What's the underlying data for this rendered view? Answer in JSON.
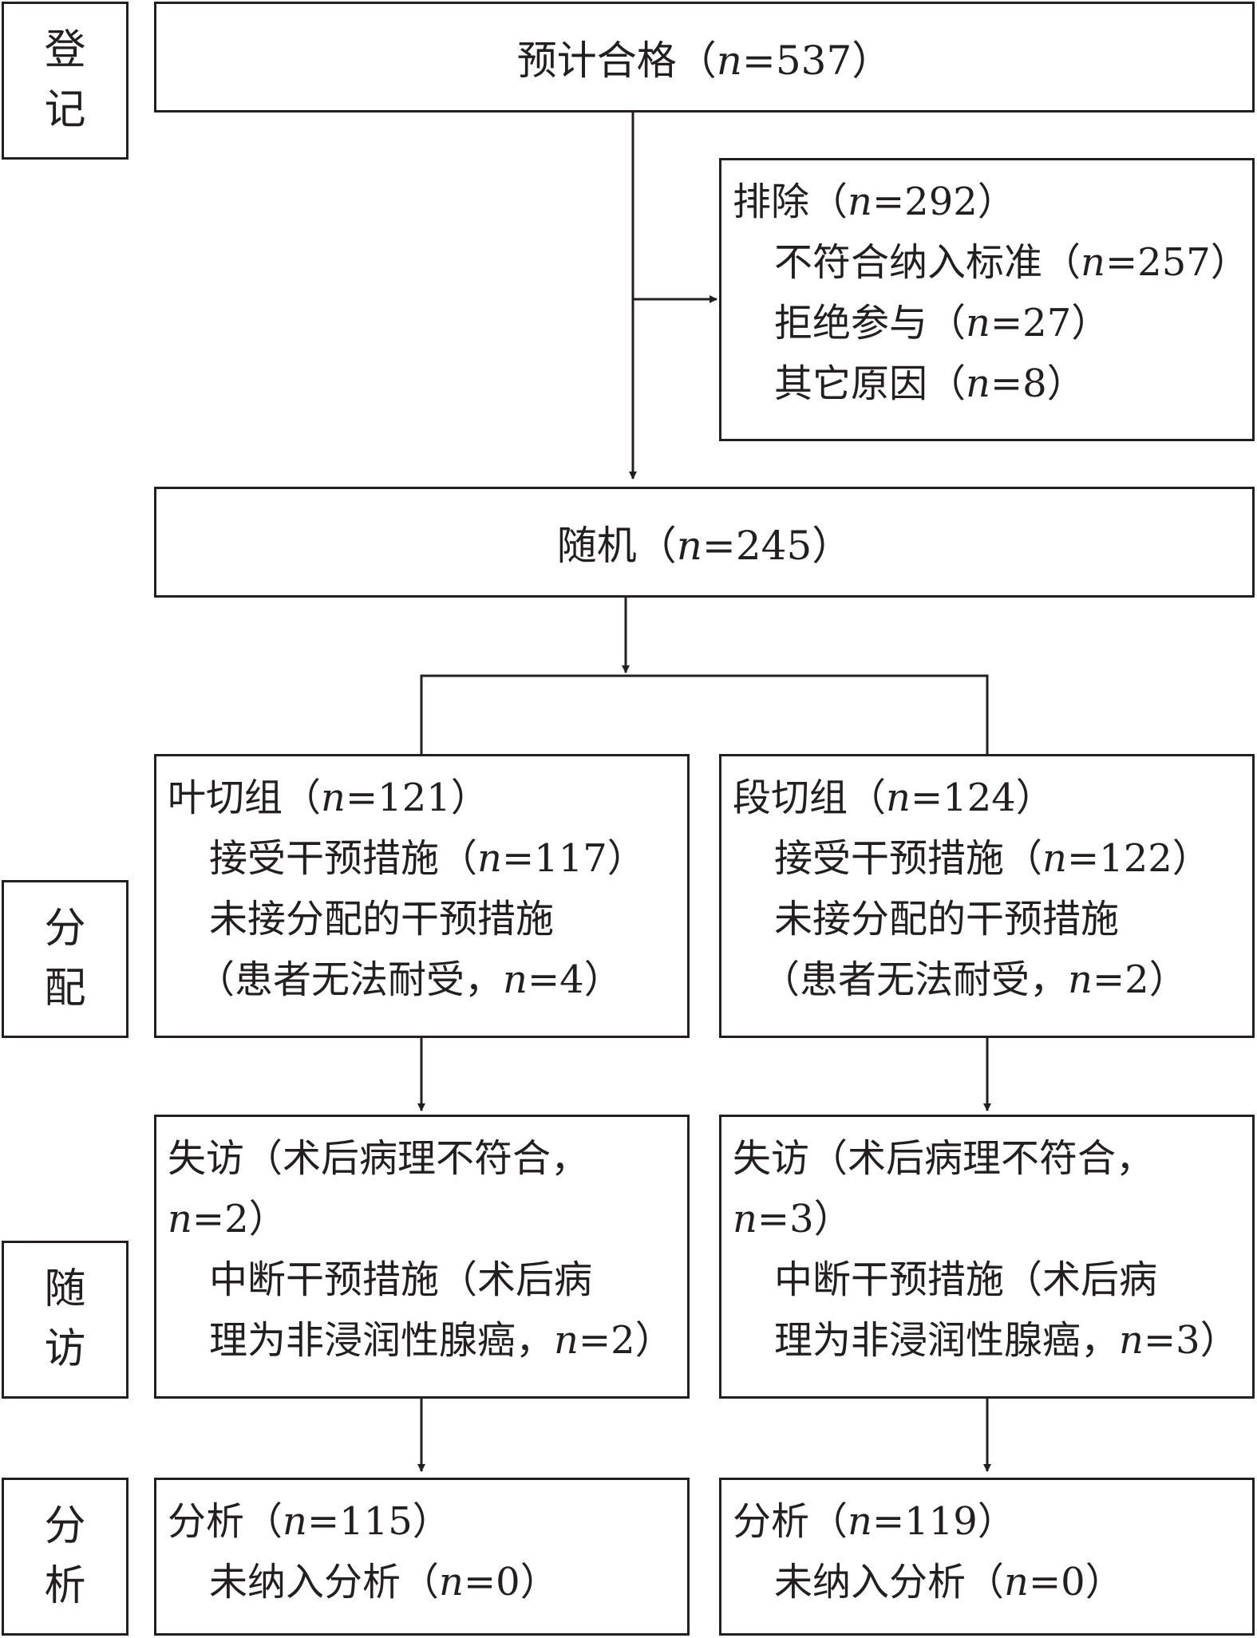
{
  "stages": [
    {
      "c1": "登",
      "c2": "记"
    },
    {
      "c1": "分",
      "c2": "配"
    },
    {
      "c1": "随",
      "c2": "访"
    },
    {
      "c1": "分",
      "c2": "析"
    }
  ],
  "eligible": {
    "label": "预计合格（",
    "n": "n",
    "value": "=537）"
  },
  "excluded": {
    "title": {
      "label": "排除（",
      "value": "=292）"
    },
    "items": [
      {
        "label": "不符合纳入标准（",
        "value": "=257）"
      },
      {
        "label": "拒绝参与（",
        "value": "=27）"
      },
      {
        "label": "其它原因（",
        "value": "=8）"
      }
    ]
  },
  "randomized": {
    "label": "随机（",
    "value": "=245）"
  },
  "allocation": {
    "left": {
      "title": {
        "label": "叶切组（",
        "value": "=121）"
      },
      "received": {
        "label": "接受干预措施（",
        "value": "=117）"
      },
      "not_received": "未接分配的干预措施",
      "reason": {
        "label": "（患者无法耐受，",
        "value": "=4）"
      }
    },
    "right": {
      "title": {
        "label": "段切组（",
        "value": "=124）"
      },
      "received": {
        "label": "接受干预措施（",
        "value": "=122）"
      },
      "not_received": "未接分配的干预措施",
      "reason": {
        "label": "（患者无法耐受，",
        "value": "=2）"
      }
    }
  },
  "followup": {
    "left": {
      "lost_line1": "失访（术后病理不符合，",
      "lost_line2_value": "=2）",
      "disc_line1": "中断干预措施（术后病",
      "disc_line2": {
        "label": "理为非浸润性腺癌，",
        "value": "=2）"
      }
    },
    "right": {
      "lost_line1": "失访（术后病理不符合，",
      "lost_line2_value": "=3）",
      "disc_line1": "中断干预措施（术后病",
      "disc_line2": {
        "label": "理为非浸润性腺癌，",
        "value": "=3）"
      }
    }
  },
  "analysis": {
    "left": {
      "title": {
        "label": "分析（",
        "value": "=115）"
      },
      "excluded": {
        "label": "未纳入分析（",
        "value": "=0）"
      }
    },
    "right": {
      "title": {
        "label": "分析（",
        "value": "=119）"
      },
      "excluded": {
        "label": "未纳入分析（",
        "value": "=0）"
      }
    }
  }
}
